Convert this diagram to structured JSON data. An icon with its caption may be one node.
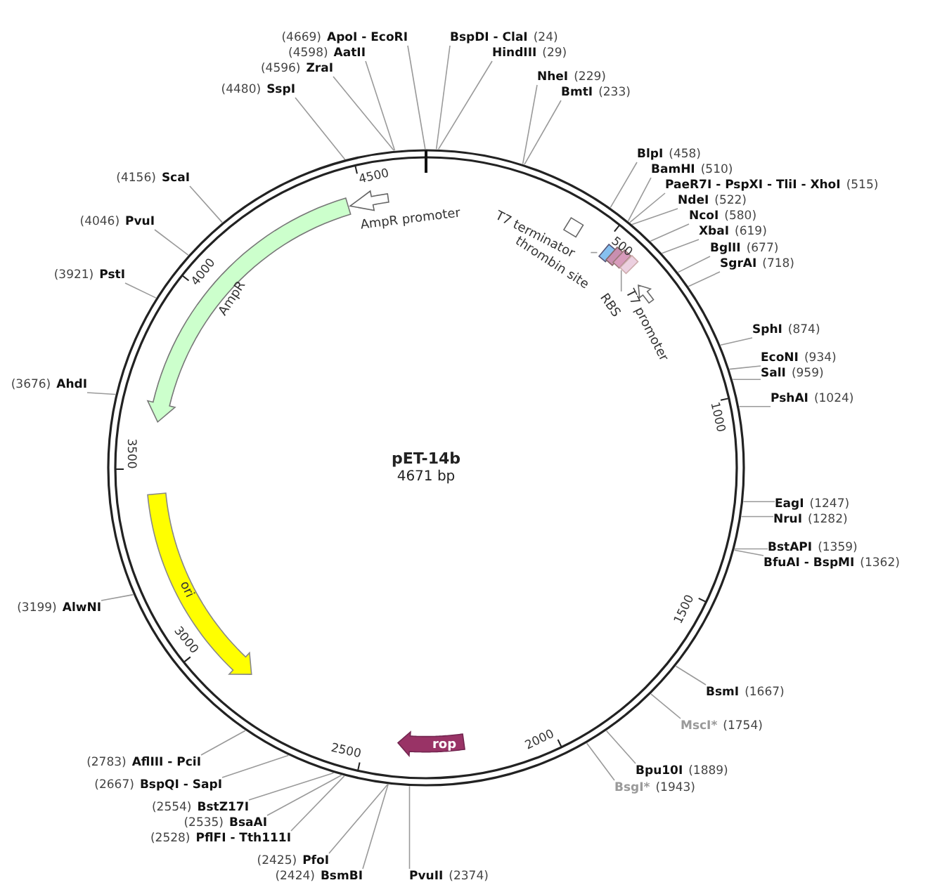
{
  "diagram": {
    "nodes": [
      {
        "text": [
          "pET-14b",
          "4671 bp"
        ]
      },
      {
        "text": [
          "BspDI - ClaI"
        ],
        "beside": [
          "(24)"
        ]
      },
      {
        "text": [
          "HindIII"
        ],
        "beside": [
          "(29)"
        ]
      },
      {
        "text": [
          "NheI"
        ],
        "beside": [
          "(229)"
        ]
      },
      {
        "text": [
          "BmtI"
        ],
        "beside": [
          "(233)"
        ]
      },
      {
        "text": [
          "BlpI"
        ],
        "beside": [
          "(458)"
        ]
      },
      {
        "text": [
          "BamHI"
        ],
        "beside": [
          "(510)"
        ]
      },
      {
        "text": [
          "PaeR7I - PspXI - TliI - XhoI"
        ],
        "beside": [
          "(515)"
        ]
      },
      {
        "text": [
          "NdeI"
        ],
        "beside": [
          "(522)"
        ]
      },
      {
        "text": [
          "NcoI"
        ],
        "beside": [
          "(580)"
        ]
      },
      {
        "text": [
          "XbaI"
        ],
        "beside": [
          "(619)"
        ]
      },
      {
        "text": [
          "BglII"
        ],
        "beside": [
          "(677)"
        ]
      },
      {
        "text": [
          "SgrAI"
        ],
        "beside": [
          "(718)"
        ]
      },
      {
        "text": [
          "SphI"
        ],
        "beside": [
          "(874)"
        ]
      },
      {
        "text": [
          "EcoNI"
        ],
        "beside": [
          "(934)"
        ]
      },
      {
        "text": [
          "SalI"
        ],
        "beside": [
          "(959)"
        ]
      },
      {
        "text": [
          "PshAI"
        ],
        "beside": [
          "(1024)"
        ]
      },
      {
        "text": [
          "EagI"
        ],
        "beside": [
          "(1247)"
        ]
      },
      {
        "text": [
          "NruI"
        ],
        "beside": [
          "(1282)"
        ]
      },
      {
        "text": [
          "BstAPI"
        ],
        "beside": [
          "(1359)"
        ]
      },
      {
        "text": [
          "BfuAI - BspMI"
        ],
        "beside": [
          "(1362)"
        ]
      },
      {
        "text": [
          "BsmI"
        ],
        "beside": [
          "(1667)"
        ]
      },
      {
        "text": [
          "MscI*"
        ],
        "beside": [
          "(1754)"
        ]
      },
      {
        "text": [
          "Bpu10I"
        ],
        "beside": [
          "(1889)"
        ]
      },
      {
        "text": [
          "BsgI*"
        ],
        "beside": [
          "(1943)"
        ]
      },
      {
        "text": [
          "PvuII"
        ],
        "beside": [
          "(2374)"
        ]
      },
      {
        "text": [
          "BsmBI"
        ],
        "beside": [
          "(2424)"
        ]
      },
      {
        "text": [
          "PfoI"
        ],
        "beside": [
          "(2425)"
        ]
      },
      {
        "text": [
          "PflFI - Tth111I"
        ],
        "beside": [
          "(2528)"
        ]
      },
      {
        "text": [
          "BsaAI"
        ],
        "beside": [
          "(2535)"
        ]
      },
      {
        "text": [
          "BstZ17I"
        ],
        "beside": [
          "(2554)"
        ]
      },
      {
        "text": [
          "BspQI - SapI"
        ],
        "beside": [
          "(2667)"
        ]
      },
      {
        "text": [
          "AflIII - PciI"
        ],
        "beside": [
          "(2783)"
        ]
      },
      {
        "text": [
          "AlwNI"
        ],
        "beside": [
          "(3199)"
        ]
      },
      {
        "text": [
          "AhdI"
        ],
        "beside": [
          "(3676)"
        ]
      },
      {
        "text": [
          "PstI"
        ],
        "beside": [
          "(3921)"
        ]
      },
      {
        "text": [
          "PvuI"
        ],
        "beside": [
          "(4046)"
        ]
      },
      {
        "text": [
          "ScaI"
        ],
        "beside": [
          "(4156)"
        ]
      },
      {
        "text": [
          "SspI"
        ],
        "beside": [
          "(4480)"
        ]
      },
      {
        "text": [
          "ZraI"
        ],
        "beside": [
          "(4596)"
        ]
      },
      {
        "text": [
          "AatII"
        ],
        "beside": [
          "(4598)"
        ]
      },
      {
        "text": [
          "ApoI - EcoRI"
        ],
        "beside": [
          "(4669)"
        ]
      },
      {
        "text": [
          "T7 terminator"
        ],
        "in": 0
      },
      {
        "text": [],
        "shape": "box",
        "in": 0
      },
      {
        "text": [],
        "shape": "box",
        "in": 0
      },
      {
        "text": [],
        "shape": "box",
        "in": 0
      },
      {
        "text": [],
        "shape": "box",
        "in": 0
      },
      {
        "text": [
          "thrombin site"
        ],
        "in": 0
      },
      {
        "text": [
          "RBS"
        ],
        "in": 0
      },
      {
        "text": [
          "T7 promoter"
        ],
        "in": 0
      },
      {
        "text": [
          "rop"
        ],
        "in": 0
      },
      {
        "text": [
          "ori"
        ],
        "in": 0
      },
      {
        "text": [
          "AmpR"
        ],
        "in": 0
      },
      {
        "text": [
          "AmpR promoter"
        ],
        "in": 0
      }
    ],
    "edges": [
      {
        "from": 1,
        "to": 0,
        "arrow": "none"
      },
      {
        "from": 2,
        "to": 0,
        "arrow": "none"
      },
      {
        "from": 3,
        "to": 0,
        "arrow": "none"
      },
      {
        "from": 4,
        "to": 0,
        "arrow": "none"
      },
      {
        "from": 5,
        "to": 0,
        "arrow": "none"
      },
      {
        "from": 6,
        "to": 0,
        "arrow": "none"
      },
      {
        "from": 7,
        "to": 0,
        "arrow": "none"
      },
      {
        "from": 8,
        "to": 0,
        "arrow": "none"
      },
      {
        "from": 9,
        "to": 0,
        "arrow": "none"
      },
      {
        "from": 10,
        "to": 0,
        "arrow": "none"
      },
      {
        "from": 11,
        "to": 0,
        "arrow": "none"
      },
      {
        "from": 12,
        "to": 0,
        "arrow": "none"
      },
      {
        "from": 13,
        "to": 0,
        "arrow": "none"
      },
      {
        "from": 14,
        "to": 0,
        "arrow": "none"
      },
      {
        "from": 15,
        "to": 0,
        "arrow": "none"
      },
      {
        "from": 16,
        "to": 0,
        "arrow": "none"
      },
      {
        "from": 17,
        "to": 0,
        "arrow": "none"
      },
      {
        "from": 18,
        "to": 0,
        "arrow": "none"
      },
      {
        "from": 19,
        "to": 0,
        "arrow": "none"
      },
      {
        "from": 20,
        "to": 0,
        "arrow": "none"
      },
      {
        "from": 21,
        "to": 0,
        "arrow": "none"
      },
      {
        "from": 22,
        "to": 0,
        "arrow": "none"
      },
      {
        "from": 23,
        "to": 0,
        "arrow": "none"
      },
      {
        "from": 24,
        "to": 0,
        "arrow": "none"
      },
      {
        "from": 25,
        "to": 0,
        "arrow": "none"
      },
      {
        "from": 26,
        "to": 0,
        "arrow": "none"
      },
      {
        "from": 27,
        "to": 0,
        "arrow": "none"
      },
      {
        "from": 28,
        "to": 0,
        "arrow": "none"
      },
      {
        "from": 29,
        "to": 0,
        "arrow": "none"
      },
      {
        "from": 30,
        "to": 0,
        "arrow": "none"
      },
      {
        "from": 31,
        "to": 0,
        "arrow": "none"
      },
      {
        "from": 32,
        "to": 0,
        "arrow": "none"
      },
      {
        "from": 33,
        "to": 0,
        "arrow": "none"
      },
      {
        "from": 34,
        "to": 0,
        "arrow": "none"
      },
      {
        "from": 35,
        "to": 0,
        "arrow": "none"
      },
      {
        "from": 36,
        "to": 0,
        "arrow": "none"
      },
      {
        "from": 37,
        "to": 0,
        "arrow": "none"
      },
      {
        "from": 38,
        "to": 0,
        "arrow": "none"
      },
      {
        "from": 39,
        "to": 0,
        "arrow": "none"
      },
      {
        "from": 40,
        "to": 0,
        "arrow": "none"
      },
      {
        "from": 41,
        "to": 0,
        "arrow": "none"
      },
      {
        "from": 47,
        "to": 43,
        "arrow": "none"
      },
      {
        "from": 48,
        "to": 45,
        "arrow": "none"
      }
    ],
    "labels": [
      "500",
      "1000",
      "1500",
      "2000",
      "2500",
      "3000",
      "3500",
      "4000",
      "4500"
    ]
  }
}
